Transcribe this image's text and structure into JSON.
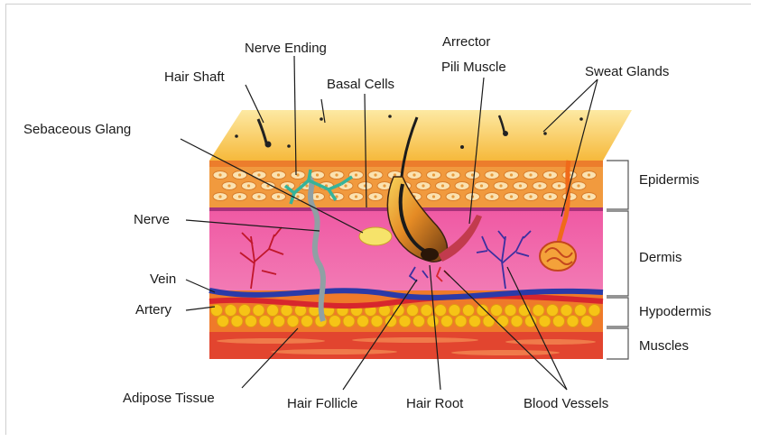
{
  "labels": {
    "nerve_ending": "Nerve Ending",
    "arrector_line1": "Arrector",
    "arrector_line2": "Pili Muscle",
    "hair_shaft": "Hair Shaft",
    "basal_cells": "Basal Cells",
    "sweat_glands": "Sweat Glands",
    "sebaceous": "Sebaceous Glang",
    "epidermis": "Epidermis",
    "nerve": "Nerve",
    "dermis": "Dermis",
    "vein": "Vein",
    "artery": "Artery",
    "hypodermis": "Hypodermis",
    "muscles": "Muscles",
    "adipose": "Adipose Tissue",
    "hair_follicle": "Hair Follicle",
    "hair_root": "Hair Root",
    "blood_vessels": "Blood Vessels"
  },
  "colors": {
    "top_surface": "#f8c34a",
    "epidermis": "#f19a3e",
    "dermis": "#ef6aa8",
    "vein": "#2b3aa8",
    "artery": "#d7262d",
    "fat": "#f4c20d",
    "muscle": "#e2452f",
    "nerve": "#8fa0a4"
  }
}
